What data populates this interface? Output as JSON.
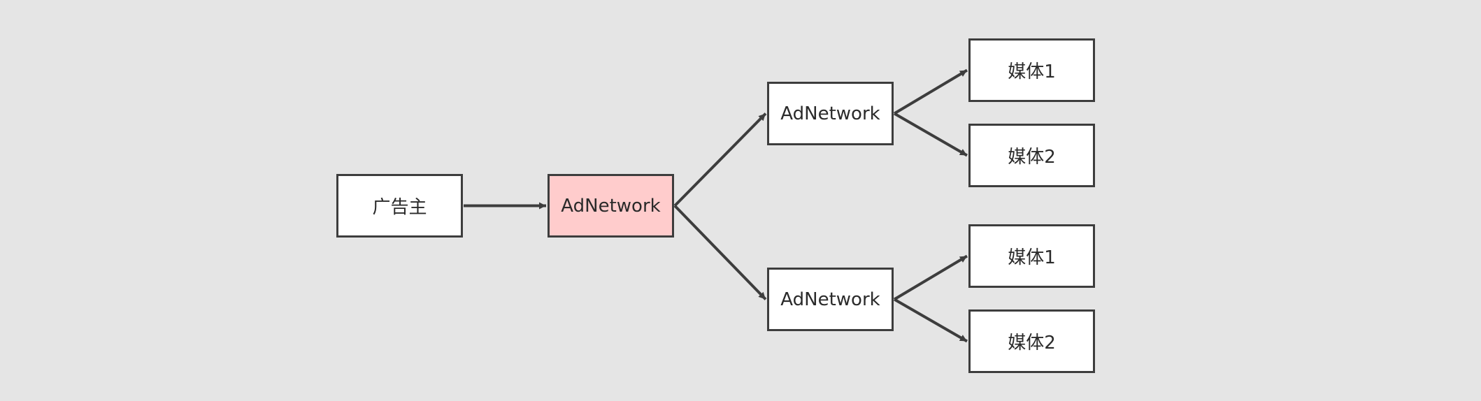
{
  "diagram": {
    "colors": {
      "background": "#e5e5e5",
      "node_fill": "#ffffff",
      "node_highlight_fill": "#ffcccc",
      "stroke": "#3d3d3d"
    },
    "nodes": {
      "advertiser": "广告主",
      "root_network": "AdNetwork",
      "network_a": "AdNetwork",
      "network_b": "AdNetwork",
      "media_a1": "媒体1",
      "media_a2": "媒体2",
      "media_b1": "媒体1",
      "media_b2": "媒体2"
    },
    "edges": [
      [
        "advertiser",
        "root_network"
      ],
      [
        "root_network",
        "network_a"
      ],
      [
        "root_network",
        "network_b"
      ],
      [
        "network_a",
        "media_a1"
      ],
      [
        "network_a",
        "media_a2"
      ],
      [
        "network_b",
        "media_b1"
      ],
      [
        "network_b",
        "media_b2"
      ]
    ]
  }
}
